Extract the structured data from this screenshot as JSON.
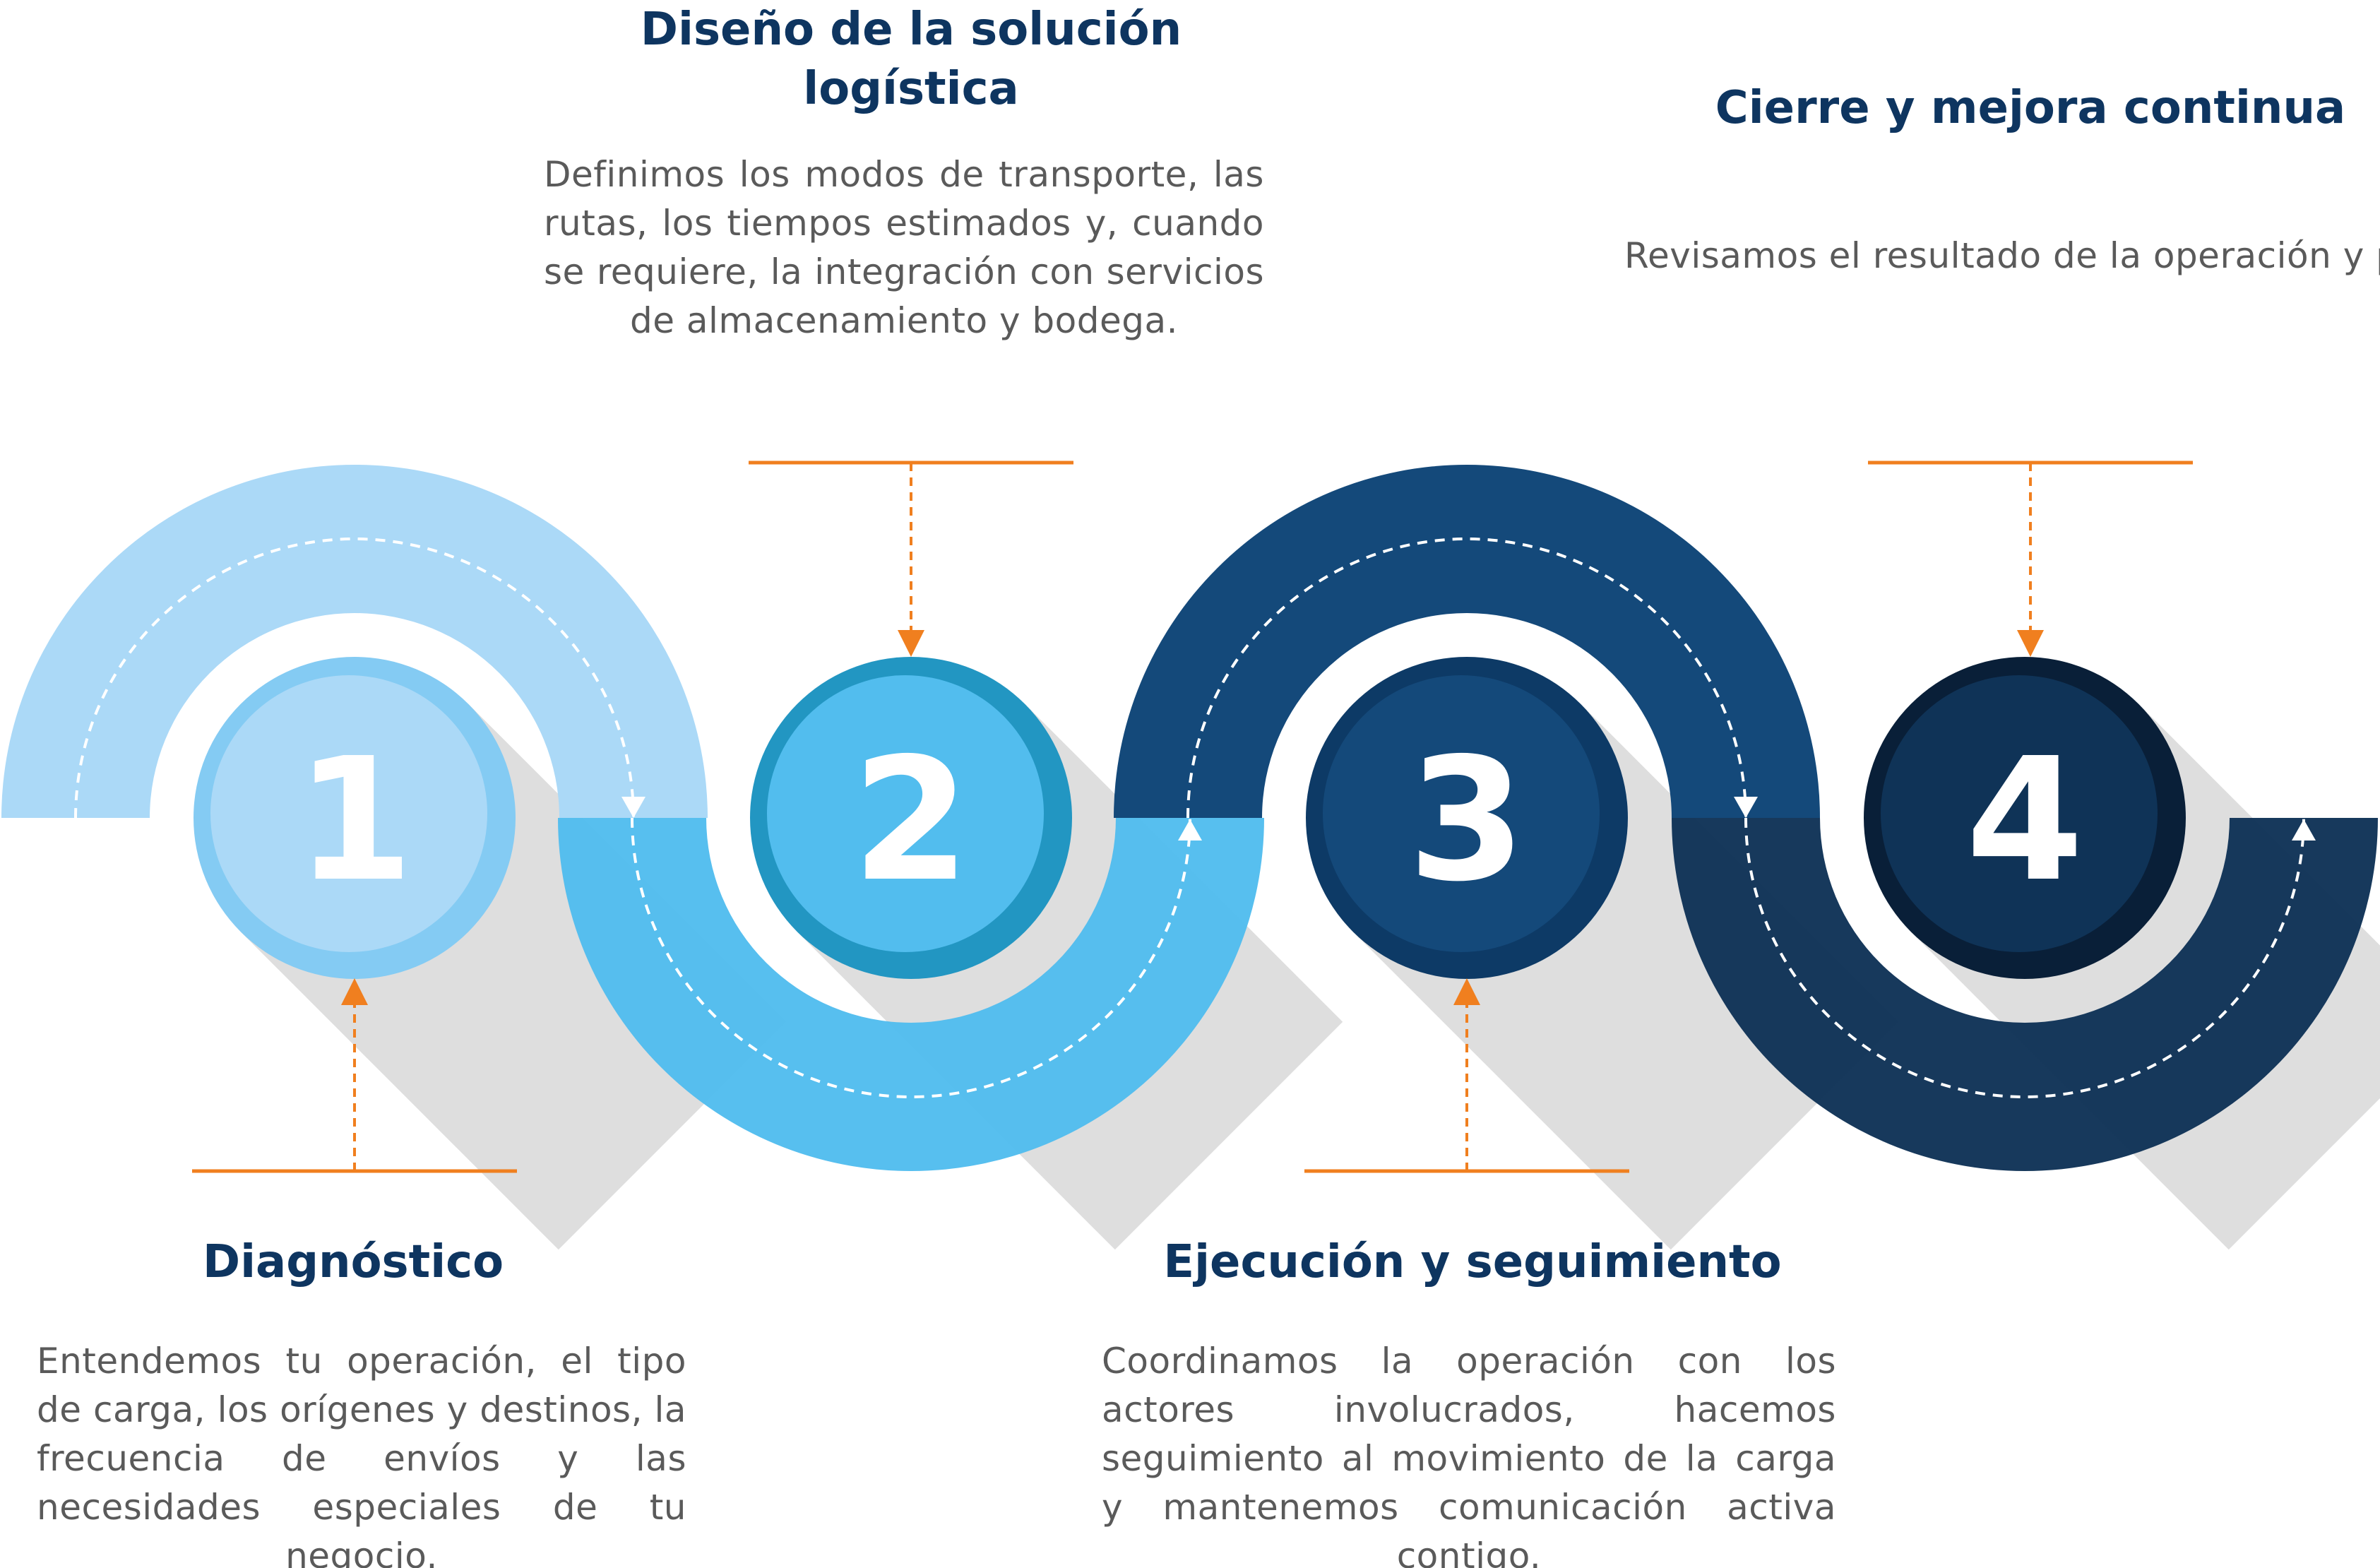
{
  "steps": [
    {
      "number": "1",
      "title": "Diagnóstico",
      "description": "Entendemos tu operación, el tipo de carga, los orígenes y destinos, la frecuencia de envíos y las necesidades especiales de tu negocio."
    },
    {
      "number": "2",
      "title": "Diseño de la solución logística",
      "description": "Definimos los modos de transporte, las rutas, los tiempos estimados y, cuando se requiere, la integración con servicios de almacenamiento y bodega."
    },
    {
      "number": "3",
      "title": "Ejecución y seguimiento",
      "description": "Coordinamos la operación con los actores involucrados, hacemos seguimiento al movimiento de la carga y mantenemos comunicación activa contigo."
    },
    {
      "number": "4",
      "title": "Cierre y mejora continua",
      "description": "Revisamos el resultado de la operación y proponemos mejoras para optimizar tus futuras operaciones logísticas."
    }
  ],
  "colors": {
    "band_1": "#abd9f7",
    "band_2": "#52bdee",
    "band_3": "#14497a",
    "band_4": "#0f3357",
    "connector": "#f07f1f",
    "title_text": "#0e3560",
    "body_text": "#5a5a5a",
    "circle_1_outer": "#84cbf3",
    "circle_1_inner": "#abd9f7",
    "circle_2_outer": "#2296c2",
    "circle_2_inner": "#52bdee",
    "circle_3_outer": "#0d3a66",
    "circle_3_inner": "#14497a",
    "circle_4_outer": "#091f38",
    "circle_4_inner": "#0f3357"
  },
  "icons": [
    "arrowhead-icon"
  ]
}
